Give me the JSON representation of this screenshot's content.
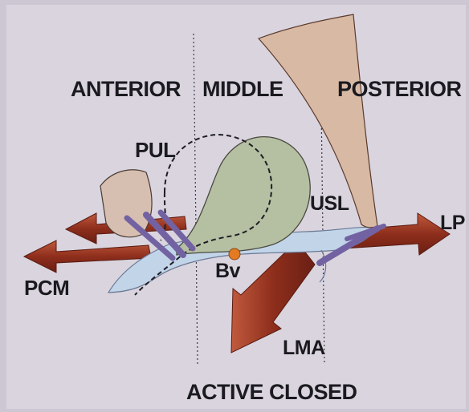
{
  "labels": {
    "anterior": "ANTERIOR",
    "middle": "MIDDLE",
    "posterior": "POSTERIOR",
    "pul": "PUL",
    "usl": "USL",
    "lp": "LP",
    "pcm": "PCM",
    "bv": "Bv",
    "lma": "LMA",
    "caption": "ACTIVE CLOSED"
  },
  "colors": {
    "background": "#d8d3dc",
    "bladder": "#b7c2a4",
    "uterus": "#d8b9a6",
    "muscle_arrow": "#9a3321",
    "vagina": "#bcd0e4",
    "ligament": "#7560a0",
    "bv_dot": "#e07d21"
  }
}
